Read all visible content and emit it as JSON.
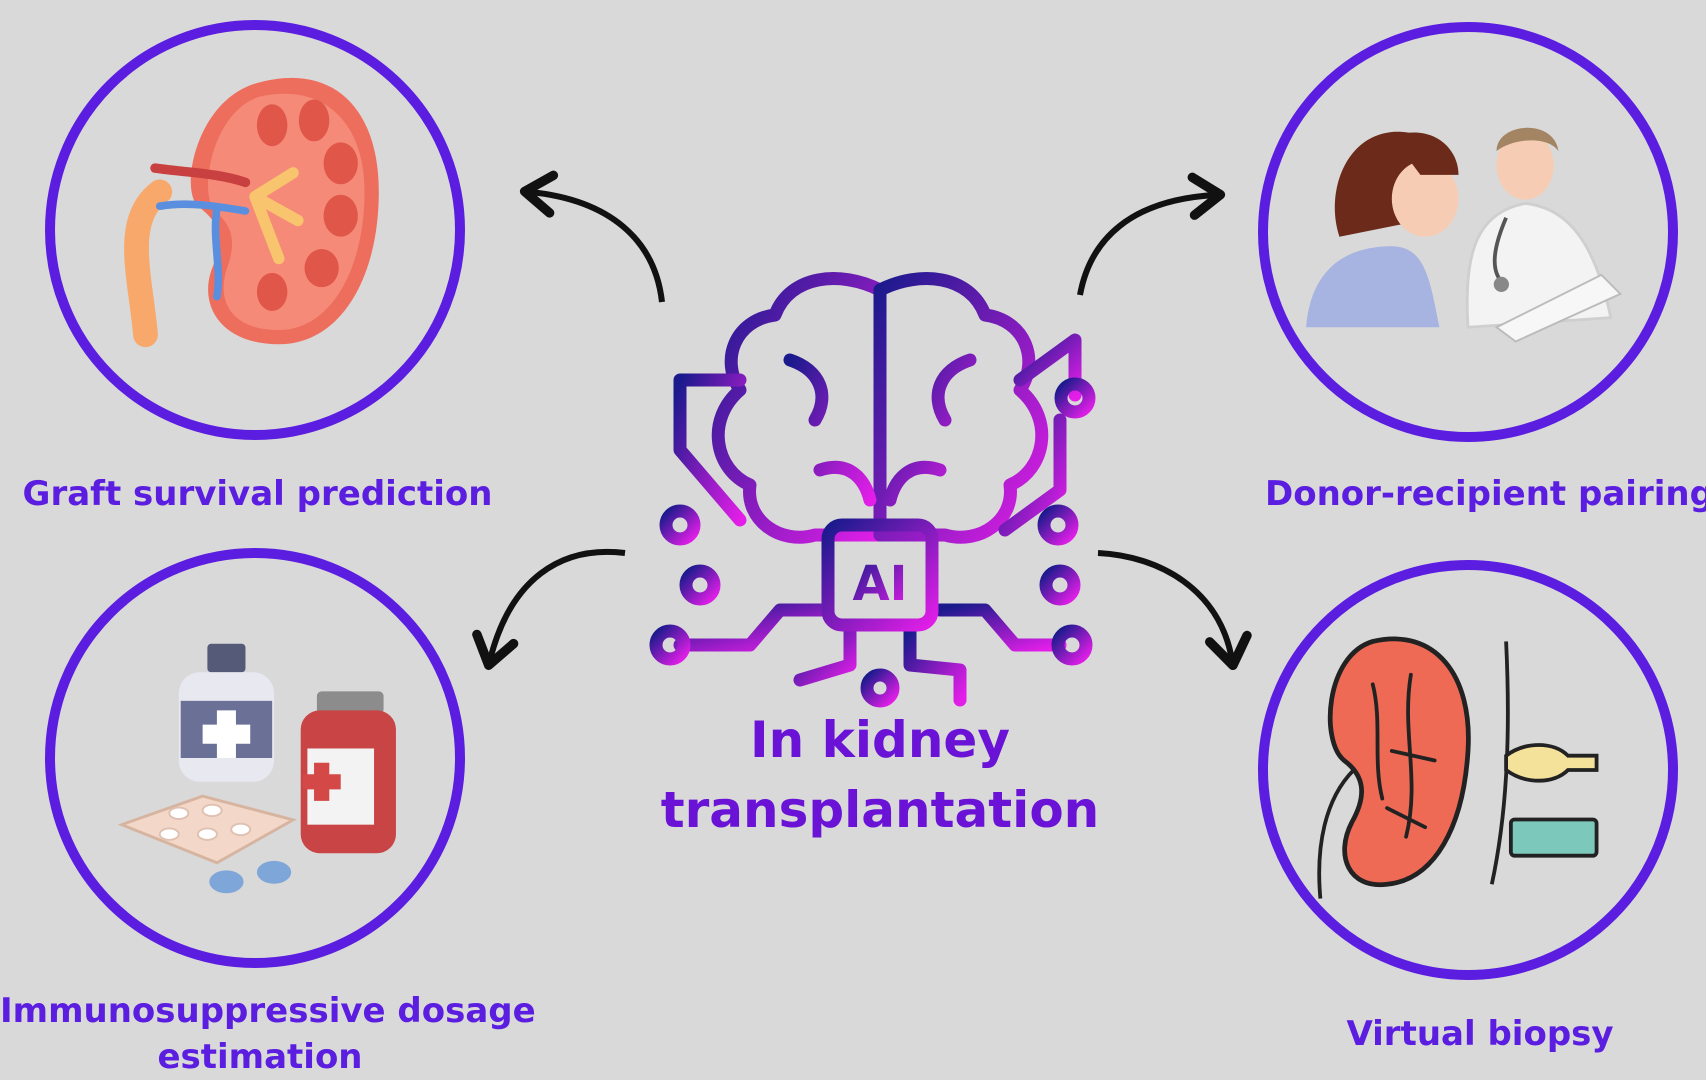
{
  "center": {
    "icon": "ai-brain-icon",
    "badge": "AI",
    "title_line1": "In kidney",
    "title_line2": "transplantation"
  },
  "items": [
    {
      "label": "Graft survival prediction",
      "icon": "kidney-icon"
    },
    {
      "label": "Donor-recipient pairing",
      "icon": "doctor-patient-icon"
    },
    {
      "label_line1": "Immunosuppressive dosage",
      "label_line2": "estimation",
      "icon": "medication-icon"
    },
    {
      "label": "Virtual biopsy",
      "icon": "kidney-ultrasound-icon"
    }
  ],
  "colors": {
    "background": "#d9d9d9",
    "accent": "#5b1de0",
    "gradient_start": "#1a1a8c",
    "gradient_end": "#e21ee8",
    "arrow": "#111111"
  }
}
